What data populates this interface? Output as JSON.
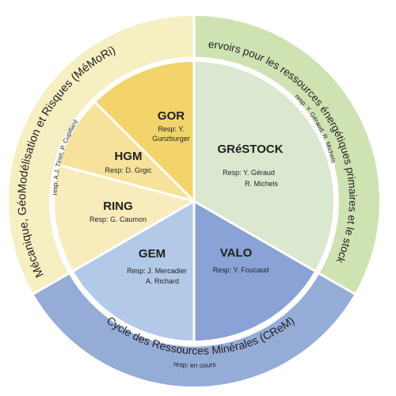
{
  "colors": {
    "yellow_ring": "#f6efc2",
    "green_ring": "#cfe3b2",
    "blue_ring": "#94acd6",
    "gor": "#f3d46a",
    "hgm": "#f6e29a",
    "ring": "#f8ecbc",
    "gem": "#b3c9e8",
    "valo": "#8aa2d6",
    "grestock": "#dae8cf",
    "separator": "#ffffff",
    "text": "#1f1f1f"
  },
  "outer_ring": {
    "left": {
      "title": "Mécanique, GéoModélisation et Risques (MéMoRi)",
      "resp": "resp: A.J. Tinet, P. Cupillard"
    },
    "right": {
      "title": "Réservoirs pour les ressources énergétiques primaires et le stockage",
      "resp": "resp: Y. Géraud, R. Michels"
    },
    "bottom": {
      "title": "Cycle des Ressources Minérales (CReM)",
      "resp": "resp: en cours"
    }
  },
  "teams": {
    "gor": {
      "name": "GOR",
      "resp_line1": "Resp: Y.",
      "resp_line2": "Gunzburger"
    },
    "hgm": {
      "name": "HGM",
      "resp_line1": "Resp: D. Grgic"
    },
    "ring": {
      "name": "RING",
      "resp_line1": "Resp: G. Caumon"
    },
    "gem": {
      "name": "GEM",
      "resp_line1": "Resp: J. Mercadier",
      "resp_line2": "A. Richard"
    },
    "valo": {
      "name": "VALO",
      "resp_line1": "Resp: Y. Foucaud"
    },
    "grestock": {
      "name": "GRéSTOCK",
      "resp_line1": "Resp: Y. Géraud",
      "resp_line2": "R. Michels"
    }
  }
}
